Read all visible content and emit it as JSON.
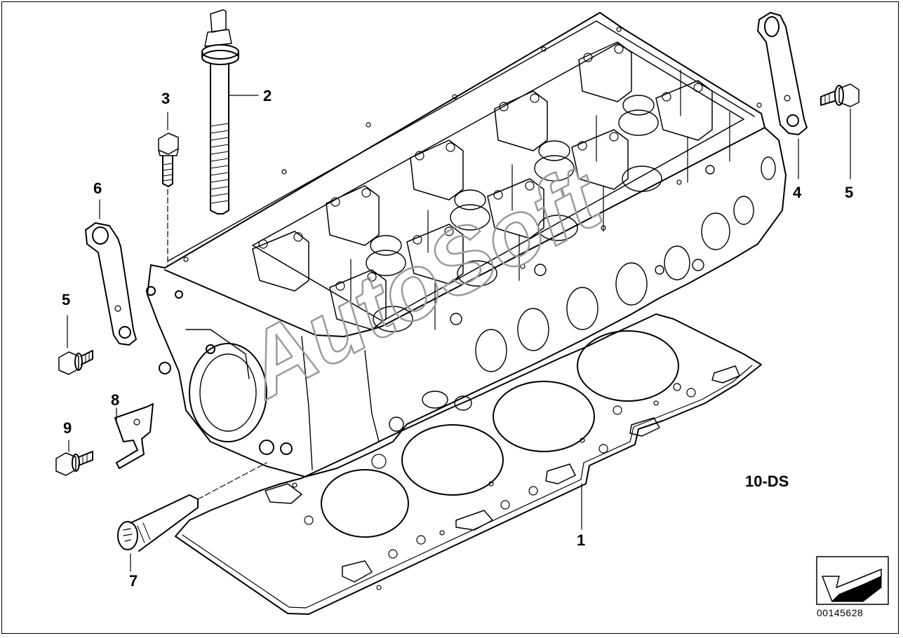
{
  "callouts": {
    "c1": "1",
    "c2": "2",
    "c3": "3",
    "c4": "4",
    "c5a": "5",
    "c5b": "5",
    "c6": "6",
    "c7": "7",
    "c8": "8",
    "c9": "9"
  },
  "engine_code": "10-DS",
  "catalog_number": "00145628",
  "watermark": "AutoSoft",
  "icons": {
    "orientation": "direction-arrow-icon"
  },
  "colors": {
    "line": "#000000",
    "background": "#ffffff",
    "watermark": "#9a9a9a"
  }
}
